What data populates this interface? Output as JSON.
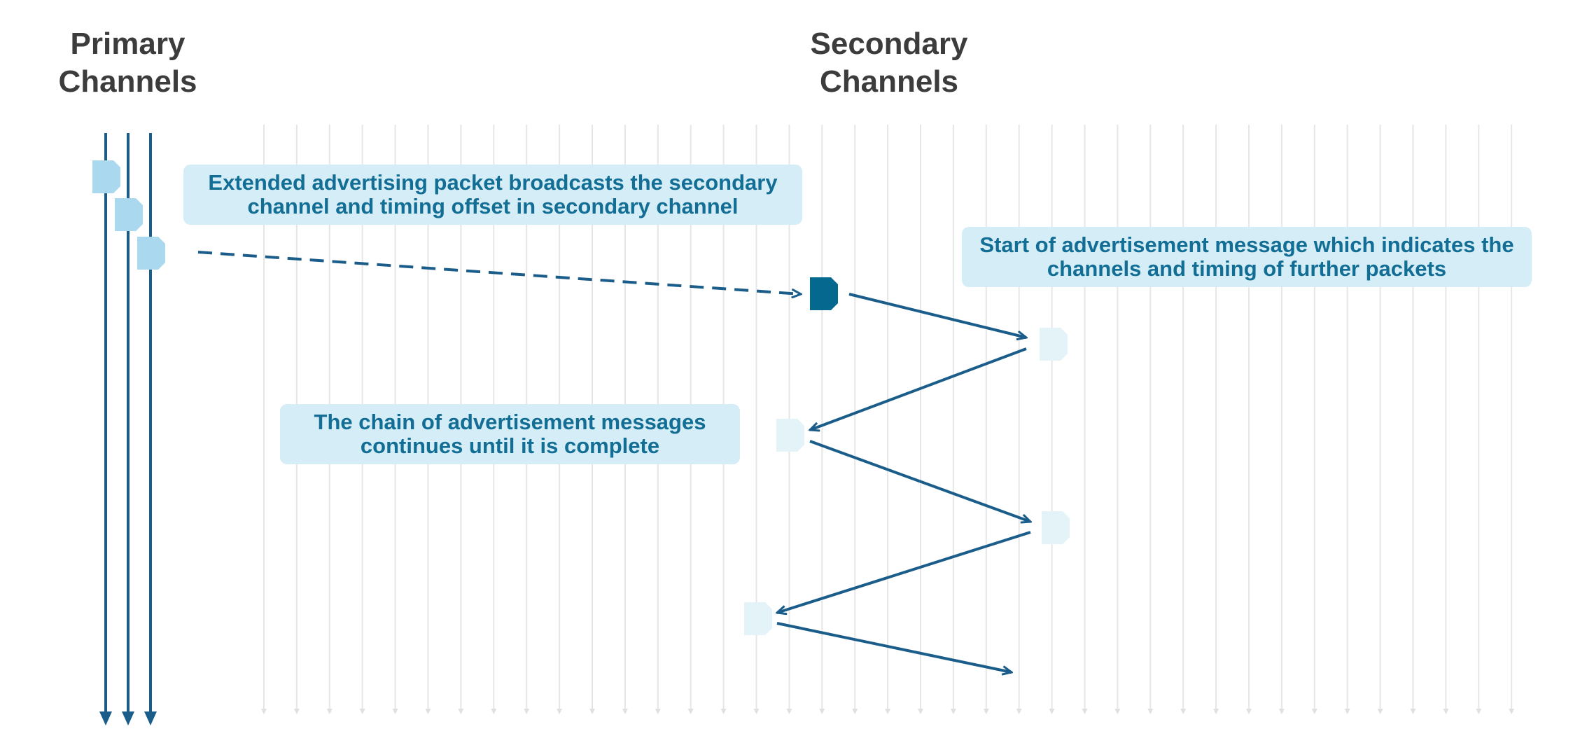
{
  "headings": {
    "primary": "Primary\nChannels",
    "secondary": "Secondary\nChannels"
  },
  "callouts": {
    "extended": "Extended advertising packet broadcasts the secondary channel and timing offset in secondary channel",
    "start": "Start of advertisement message which indicates the channels and timing of further packets",
    "chain": "The chain of advertisement messages continues until it is complete"
  },
  "colors": {
    "primary_line": "#1b5d8a",
    "primary_packet": "#a9d8ef",
    "start_packet": "#05698f",
    "chain_packet": "#e3f3f7",
    "arrow": "#1b5d8a",
    "grid_line": "#e6e6e6",
    "callout_bg": "#d4edf6",
    "callout_text": "#136e95",
    "heading_text": "#3c3c3c"
  }
}
